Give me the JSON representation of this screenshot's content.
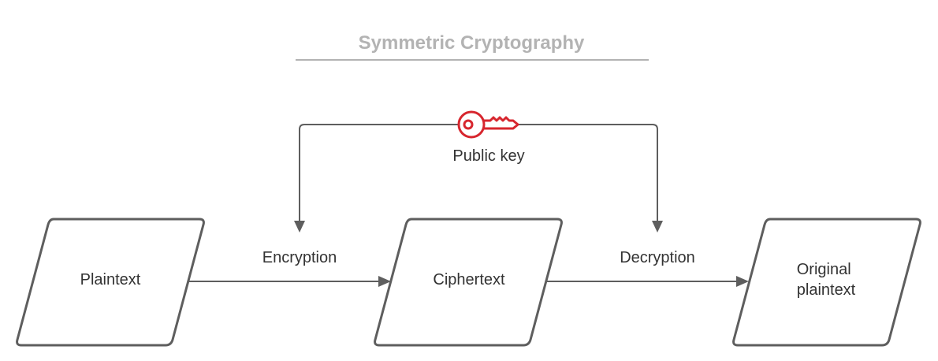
{
  "title": "Symmetric Cryptography",
  "key": {
    "label": "Public key",
    "icon": "key-icon",
    "color": "#d7262e"
  },
  "nodes": {
    "plaintext": "Plaintext",
    "ciphertext": "Ciphertext",
    "original_plaintext": [
      "Original",
      "plaintext"
    ]
  },
  "edges": {
    "encryption": "Encryption",
    "decryption": "Decryption"
  },
  "colors": {
    "title": "#b3b3b3",
    "stroke": "#5e5e5e",
    "text": "#333333",
    "key": "#d7262e"
  }
}
